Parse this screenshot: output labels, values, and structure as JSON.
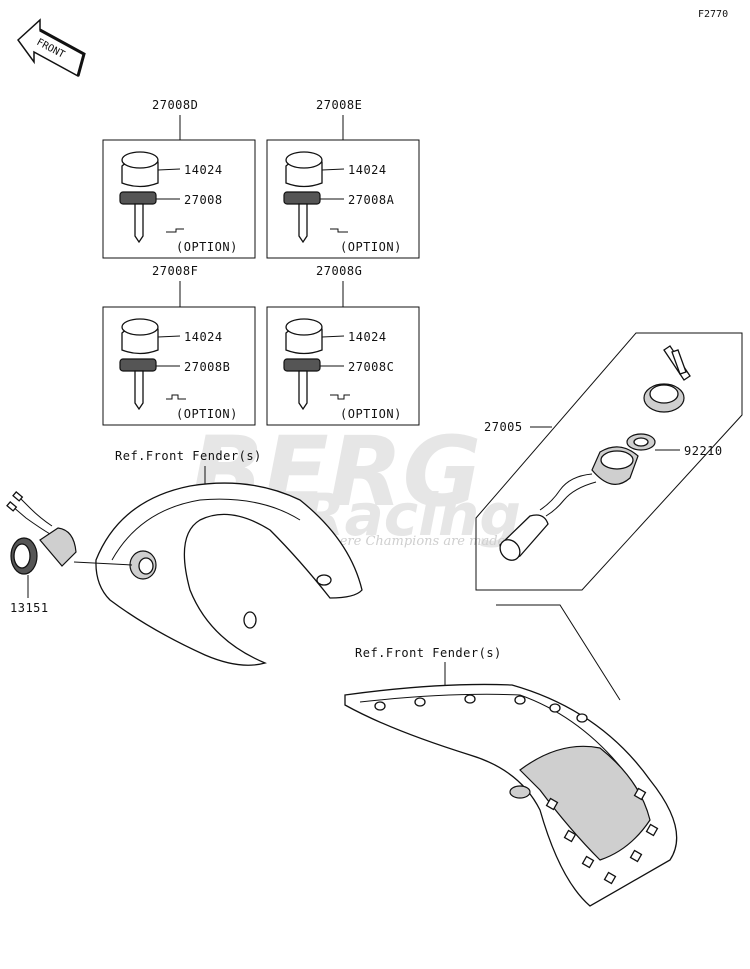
{
  "figure_code": "F2770",
  "direction_label": "FRONT",
  "watermark": {
    "line1": "BERG",
    "line2": "Racing",
    "tagline": "Where Champions are made"
  },
  "kits": [
    {
      "kit": "27008D",
      "cap": "14024",
      "key": "27008",
      "note": "(OPTION)"
    },
    {
      "kit": "27008E",
      "cap": "14024",
      "key": "27008A",
      "note": "(OPTION)"
    },
    {
      "kit": "27008F",
      "cap": "14024",
      "key": "27008B",
      "note": "(OPTION)"
    },
    {
      "kit": "27008G",
      "cap": "14024",
      "key": "27008C",
      "note": "(OPTION)"
    }
  ],
  "switch_assembly": "27005",
  "nut": "92210",
  "lamp": "13151",
  "ref_fender_1": "Ref.Front Fender(s)",
  "ref_fender_2": "Ref.Front Fender(s)"
}
